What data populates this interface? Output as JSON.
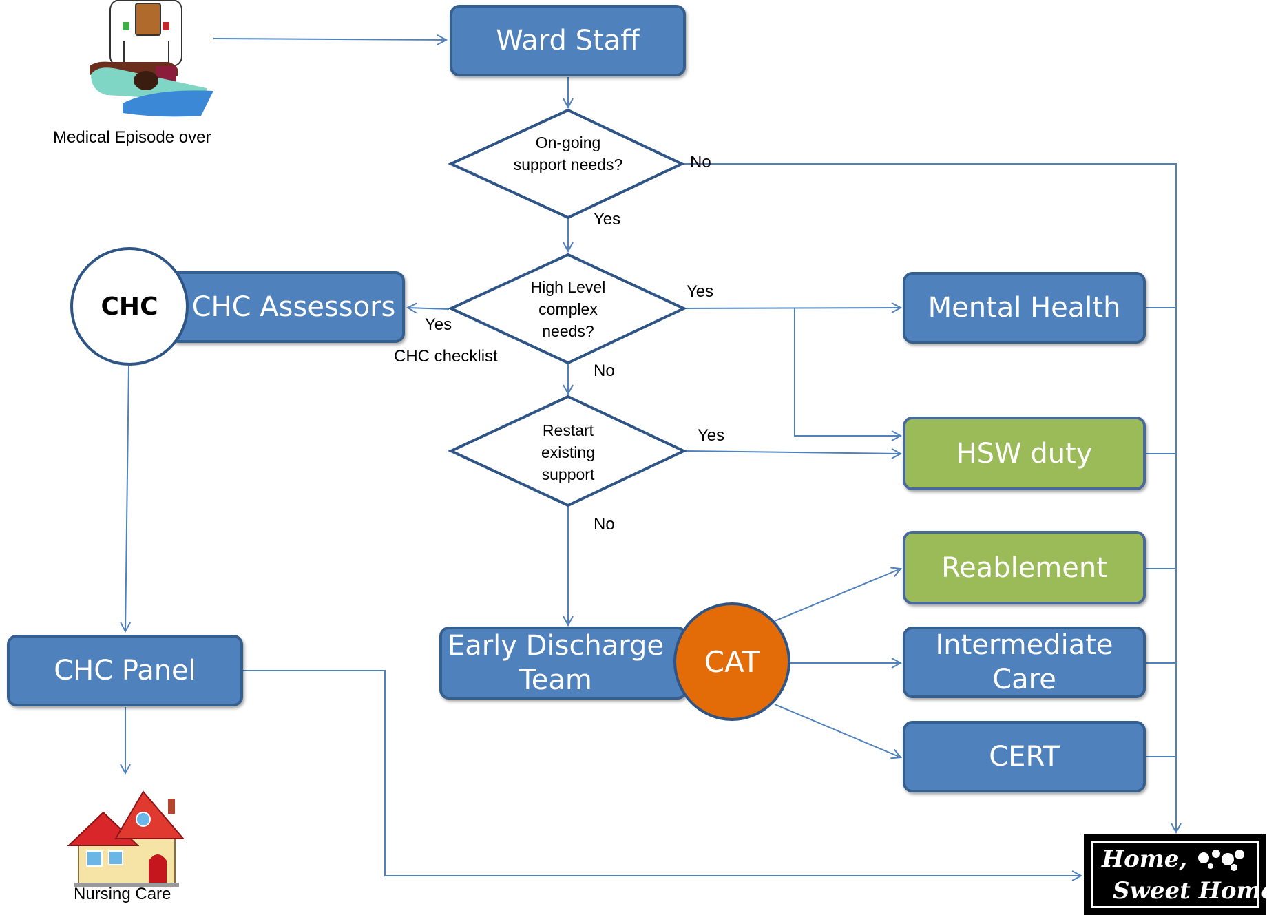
{
  "illustrations": {
    "start_caption": "Medical Episode over",
    "nursing_caption": "Nursing Care",
    "home_sign_line1": "Home,",
    "home_sign_line2": "Sweet Home"
  },
  "nodes": {
    "ward_staff": "Ward Staff",
    "chc_assessors": "CHC Assessors",
    "chc_circle": "CHC",
    "mental_health": "Mental Health",
    "hsw_duty": "HSW duty",
    "reablement": "Reablement",
    "intermediate_care": "Intermediate Care",
    "cert": "CERT",
    "early_discharge_team": "Early Discharge Team",
    "cat": "CAT",
    "chc_panel": "CHC Panel"
  },
  "decisions": {
    "ongoing": "On-going support needs?",
    "high_level": "High Level complex needs?",
    "restart": "Restart existing support"
  },
  "edge_labels": {
    "ongoing_no": "No",
    "ongoing_yes": "Yes",
    "high_yes_right": "Yes",
    "high_yes_left": "Yes",
    "chc_checklist": "CHC checklist",
    "high_no": "No",
    "restart_yes": "Yes",
    "restart_no": "No"
  },
  "colors": {
    "box_blue": "#4f81bd",
    "box_green": "#9bbb59",
    "cat_orange": "#e36c09",
    "connector": "#4f81bd",
    "outline": "#2e5585"
  }
}
